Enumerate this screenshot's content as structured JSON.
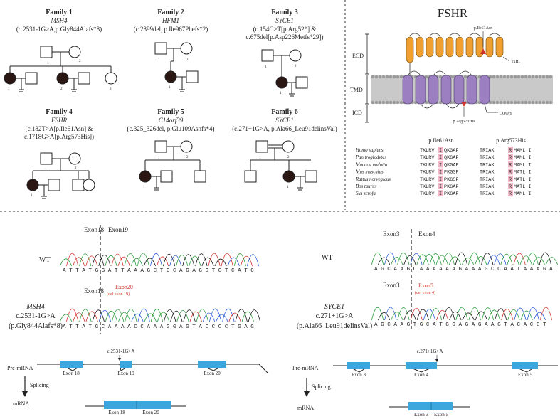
{
  "families": [
    {
      "title": "Family 1",
      "gene": "MSH4",
      "variant": "(c.2531-1G>A,p.Gly844Alafs*8)"
    },
    {
      "title": "Family 2",
      "gene": "HFM1",
      "variant": "(c.2899del, p.Ile967Phefs*2)"
    },
    {
      "title": "Family 3",
      "gene": "SYCE1",
      "variant": "(c.154C>T[p.Arg52*] &",
      "variant2": "c.675del[p.Asp226Metfs*29])"
    },
    {
      "title": "Family 4",
      "gene": "FSHR",
      "variant": "(c.182T>A[p.Ile61Asn] &",
      "variant2": "c.1718G>A[p.Arg573His])"
    },
    {
      "title": "Family 5",
      "gene": "C14orf39",
      "variant": "(c.325_326del, p.Glu109Asnfs*4)"
    },
    {
      "title": "Family 6",
      "gene": "SYCE1",
      "variant": "(c.271+1G>A, p.Ala66_Leu91delinsVal)"
    }
  ],
  "pedigree_numbers": {
    "one": "1",
    "two": "2",
    "three": "3"
  },
  "fshr": {
    "title": "FSHR",
    "domains": [
      "ECD",
      "TMD",
      "ICD"
    ],
    "mut1": "p.Ile61Asn",
    "mut2": "p.Arg573His",
    "nh2": "NH₂",
    "cooh": "COOH",
    "col1": "p.Ile61Asn",
    "col2": "p.Arg573His",
    "species": [
      "Homo sapiens",
      "Pan troglodytes",
      "Macaca mulatta",
      "Mus musculus",
      "Rattus norvegicus",
      "Bos taurus",
      "Sus scrofa"
    ],
    "seq1": [
      "TKLRV",
      "TKLRV",
      "TKLRV",
      "TKLRV",
      "TKLRV",
      "TKLRV",
      "TKLRV"
    ],
    "hl1": "I",
    "seq1b": [
      "QKGAF",
      "QKGAF",
      "QKGAF",
      "PKGSF",
      "PKGSF",
      "PKGAF",
      "PKGAF"
    ],
    "seq2": [
      "TRIAK",
      "TRIAK",
      "TRIAK",
      "TRIAK",
      "TRIAK",
      "TRIAK",
      "TRIAK"
    ],
    "hl2": "R",
    "seq2b": [
      "MAML I",
      "MAML I",
      "MAML I",
      "MATL I",
      "MATL I",
      "MATL I",
      "MAML I"
    ]
  },
  "seq_left": {
    "wt_label": "WT",
    "exon_a": "Exon18",
    "exon_b": "Exon19",
    "wt_seq": "A T T A T G G A T T A A A G C T G C A G A G G T G T C A T C",
    "mut_gene": "MSH4",
    "mut_variant": "c.2531-1G>A",
    "mut_protein": "(p.Gly844Alafs*8)",
    "exon_c": "Exon18",
    "exon_d": "Exon20",
    "exon_d_note": "(del exon 19)",
    "mut_seq": "A T T A T G C A A A A C C A A A G G A G T A C C C C T G A G",
    "pre": "Pre-mRNA",
    "splicing": "Splicing",
    "mrna": "mRNA",
    "site": "c.2531-1G>A",
    "exons": [
      "Exon 18",
      "Exon 19",
      "Exon 20"
    ],
    "mrna_exons": [
      "Exon 18",
      "Exon 20"
    ]
  },
  "seq_right": {
    "wt_label": "WT",
    "exon_a": "Exon3",
    "exon_b": "Exon4",
    "wt_seq": "A G C A A G C A A A A A A G A A A G C C A A T A A A G A",
    "mut_gene": "SYCE1",
    "mut_variant": "c.271+1G>A",
    "mut_protein": "(p.Ala66_Leu91delinsVal)",
    "exon_c": "Exon3",
    "exon_d": "Exon5",
    "exon_d_note": "(del exon 4)",
    "mut_seq": "A G C A A G T G C A T G G A G A G A A G T A C A C C T",
    "pre": "Pre-mRNA",
    "splicing": "Splicing",
    "mrna": "mRNA",
    "site": "c.271+1G>A",
    "exons": [
      "Exon 3",
      "Exon 4",
      "Exon 5"
    ],
    "mrna_exons": [
      "Exon 3",
      "Exon 5"
    ]
  },
  "colors": {
    "exon": "#3ba7dc",
    "ecd": "#f0a030",
    "tmd": "#9b7fc0",
    "red": "#d0302a",
    "chromA": "#2a9d3a",
    "chromC": "#2a5bd7",
    "chromG": "#111111",
    "chromT": "#d0302a"
  }
}
